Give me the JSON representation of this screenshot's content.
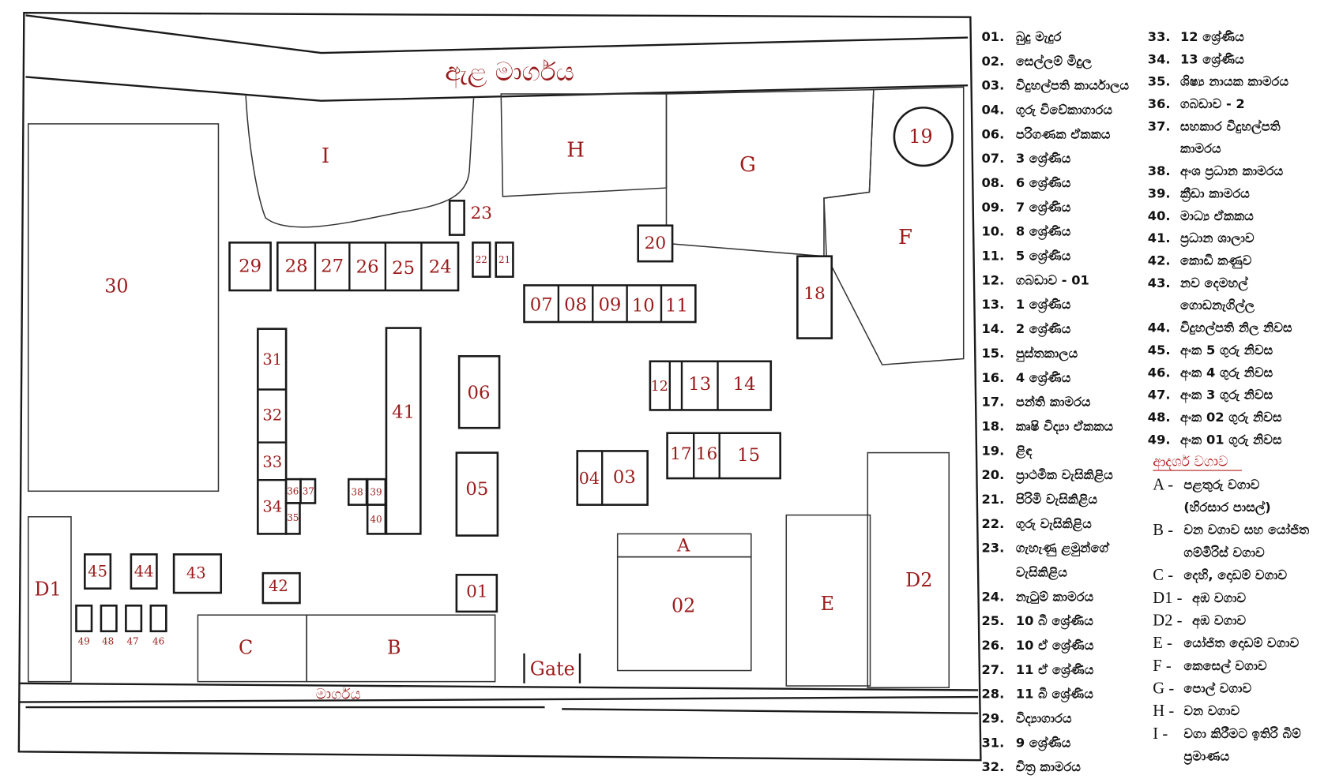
{
  "map": {
    "road_top": "ඇළ මාර්ගය",
    "road_bottom": "මාර්ගය",
    "gate": "Gate",
    "b": {
      "01": "01",
      "02": "02",
      "03": "03",
      "04": "04",
      "05": "05",
      "06": "06",
      "07": "07",
      "08": "08",
      "09": "09",
      "10": "10",
      "11": "11",
      "12": "12",
      "13": "13",
      "14": "14",
      "15": "15",
      "16": "16",
      "17": "17",
      "18": "18",
      "19": "19",
      "20": "20",
      "21": "21",
      "22": "22",
      "23": "23",
      "24": "24",
      "25": "25",
      "26": "26",
      "27": "27",
      "28": "28",
      "29": "29",
      "30": "30",
      "31": "31",
      "32": "32",
      "33": "33",
      "34": "34",
      "35": "35",
      "36": "36",
      "37": "37",
      "38": "38",
      "39": "39",
      "40": "40",
      "41": "41",
      "42": "42",
      "43": "43",
      "44": "44",
      "45": "45",
      "46": "46",
      "47": "47",
      "48": "48",
      "49": "49",
      "A": "A",
      "B": "B",
      "C": "C",
      "D1": "D1",
      "D2": "D2",
      "E": "E",
      "F": "F",
      "G": "G",
      "H": "H",
      "I": "I"
    }
  },
  "legend": {
    "left": [
      {
        "n": "01.",
        "t": "බුදු මැදුර"
      },
      {
        "n": "02.",
        "t": "සෙල්ලම් මිදුල"
      },
      {
        "n": "03.",
        "t": "විදුහල්පති කාර්යාලය"
      },
      {
        "n": "04.",
        "t": "ගුරු විවේකාගාරය"
      },
      {
        "n": "06.",
        "t": "පරිගණක ඒකකය"
      },
      {
        "n": "07.",
        "t": "3 ශ්‍රේණිය"
      },
      {
        "n": "08.",
        "t": "6 ශ්‍රේණිය"
      },
      {
        "n": "09.",
        "t": "7 ශ්‍රේණිය"
      },
      {
        "n": "10.",
        "t": "8 ශ්‍රේණිය"
      },
      {
        "n": "11.",
        "t": "5 ශ්‍රේණිය"
      },
      {
        "n": "12.",
        "t": "ගබඩාව - 01"
      },
      {
        "n": "13.",
        "t": "1 ශ්‍රේණිය"
      },
      {
        "n": "14.",
        "t": "2 ශ්‍රේණිය"
      },
      {
        "n": "15.",
        "t": "පුස්තකාලය"
      },
      {
        "n": "16.",
        "t": "4 ශ්‍රේණිය"
      },
      {
        "n": "17.",
        "t": "පන්ති කාමරය"
      },
      {
        "n": "18.",
        "t": "කෘෂි විද්‍යා ඒකකය"
      },
      {
        "n": "19.",
        "t": "ළිඳ"
      },
      {
        "n": "20.",
        "t": "ප්‍රාථමික වැසිකිළිය"
      },
      {
        "n": "21.",
        "t": "පිරිමි වැසිකිළිය"
      },
      {
        "n": "22.",
        "t": "ගුරු වැසිකිළිය"
      },
      {
        "n": "23.",
        "t": "ගැහැණු ළමුන්ගේ",
        "c": "වැසිකිළිය"
      },
      {
        "n": "24.",
        "t": "නැටුම් කාමරය"
      },
      {
        "n": "25.",
        "t": "10 බී ශ්‍රේණිය"
      },
      {
        "n": "26.",
        "t": "10 ඒ ශ්‍රේණිය"
      },
      {
        "n": "27.",
        "t": "11 ඒ ශ්‍රේණිය"
      },
      {
        "n": "28.",
        "t": "11 බී ශ්‍රේණිය"
      },
      {
        "n": "29.",
        "t": "විද්‍යාගාරය"
      },
      {
        "n": "31.",
        "t": "9 ශ්‍රේණිය"
      },
      {
        "n": "32.",
        "t": "චිත්‍ර කාමරය"
      }
    ],
    "right": [
      {
        "n": "33.",
        "t": "12 ශ්‍රේණිය"
      },
      {
        "n": "34.",
        "t": "13 ශ්‍රේණිය"
      },
      {
        "n": "35.",
        "t": "ශිෂ්‍ය නායක කාමරය"
      },
      {
        "n": "36.",
        "t": "ගබඩාව - 2"
      },
      {
        "n": "37.",
        "t": "සහකාර විදුහල්පති",
        "c": "කාමරය"
      },
      {
        "n": "38.",
        "t": "අංශ ප්‍රධාන කාමරය"
      },
      {
        "n": "39.",
        "t": "ක්‍රීඩා කාමරය"
      },
      {
        "n": "40.",
        "t": "මාධ්‍ය ඒකකය"
      },
      {
        "n": "41.",
        "t": "ප්‍රධාන ශාලාව"
      },
      {
        "n": "42.",
        "t": "කොඩි කණුව"
      },
      {
        "n": "43.",
        "t": "නව දෙමහල්",
        "c": "ගොඩනැගිල්ල"
      },
      {
        "n": "44.",
        "t": "විදුහල්පති නිල නිවස"
      },
      {
        "n": "45.",
        "t": "අංක 5 ගුරු නිවස"
      },
      {
        "n": "46.",
        "t": "අංක 4 ගුරු නිවස"
      },
      {
        "n": "47.",
        "t": "අංක 3 ගුරු නිවස"
      },
      {
        "n": "48.",
        "t": "අංක 02 ගුරු නිවස"
      },
      {
        "n": "49.",
        "t": "අංක 01 ගුරු නිවස"
      }
    ],
    "garden_heading": "ආදර්ශ වගාව",
    "gardens": [
      {
        "n": "A -",
        "t": "පළතුරු වගාව",
        "c": "(හිරසාර පාසල්)"
      },
      {
        "n": "B -",
        "t": "වන වගාව සහ යෝජිත",
        "c": "ගම්මිරිස් වගාව"
      },
      {
        "n": "C -",
        "t": "දෙහි, දොඩම් වගාව"
      },
      {
        "n": "D1 -",
        "t": "අඹ වගාව"
      },
      {
        "n": "D2 -",
        "t": "අඹ වගාව"
      },
      {
        "n": "E -",
        "t": "යෝජිත දොඩම් වගාව"
      },
      {
        "n": "F -",
        "t": "කෙසෙල් වගාව"
      },
      {
        "n": "G -",
        "t": "පොල් වගාව"
      },
      {
        "n": "H -",
        "t": "වන වගාව"
      },
      {
        "n": "I -",
        "t": "වගා කිරීමට ඉතිරි බිම්",
        "c": "ප්‍රමාණය"
      }
    ]
  },
  "colors": {
    "label": "#9b1b1b",
    "line": "#1a1a1a",
    "heading": "#b01c1c"
  }
}
